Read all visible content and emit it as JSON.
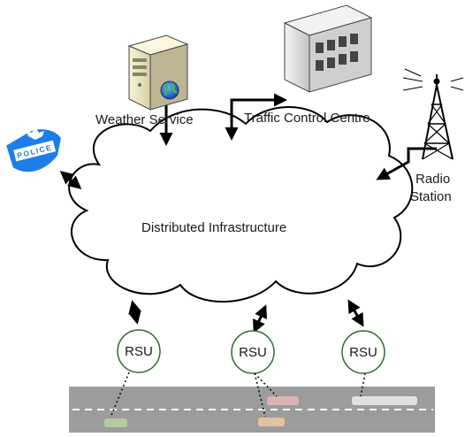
{
  "labels": {
    "weather_service": "Weather Service",
    "traffic_control_centre": "Traffic Control Centre",
    "radio_station_line1": "Radio",
    "radio_station_line2": "Station",
    "distributed_infrastructure": "Distributed Infrastructure",
    "police_badge_text": "POLICE"
  },
  "rsus": [
    {
      "label": "RSU"
    },
    {
      "label": "RSU"
    },
    {
      "label": "RSU"
    }
  ],
  "colors": {
    "police_blue": "#1e7ee8",
    "rsu_border": "#2e6b2e",
    "road": "#9c9c9c",
    "server_body": "#f0ebc8",
    "building": "#d8d8d8"
  },
  "icons": [
    "server-icon",
    "globe-icon",
    "office-building-icon",
    "radio-tower-icon",
    "police-badge-icon",
    "vehicle-icon"
  ]
}
